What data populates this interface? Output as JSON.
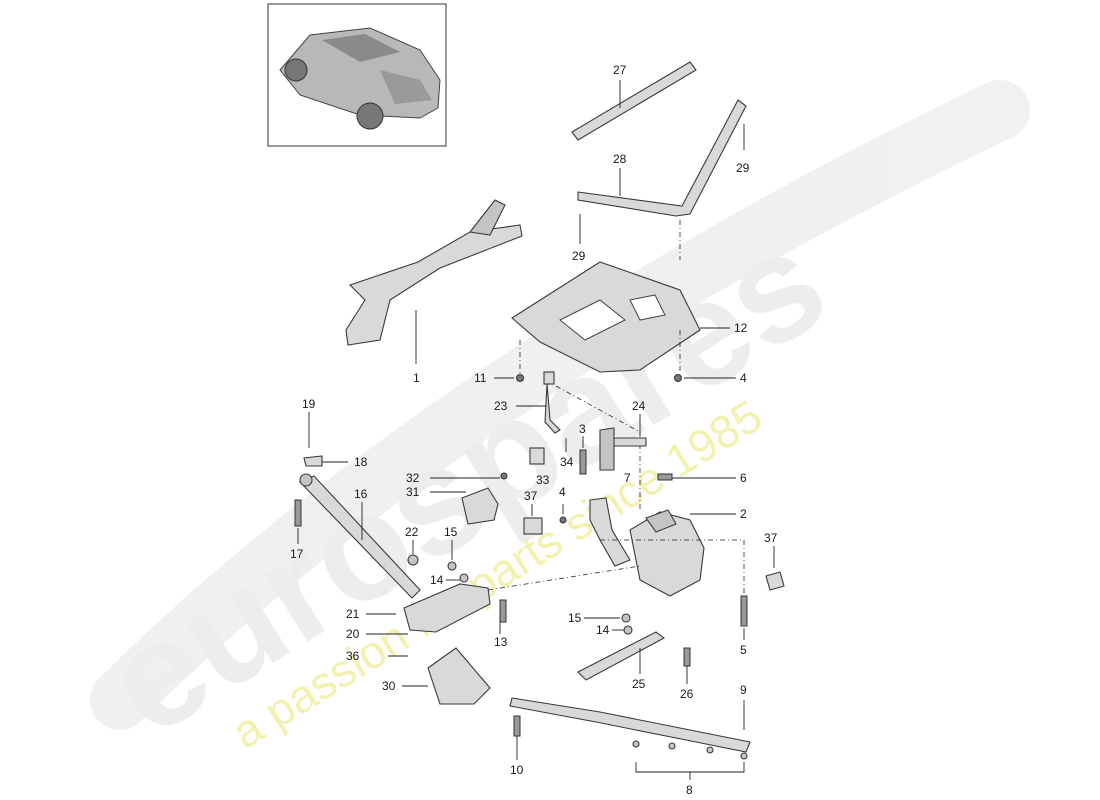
{
  "watermark": {
    "brand": "eurospares",
    "tagline": "a passion for parts since 1985"
  },
  "callouts": {
    "c1": "1",
    "c2": "2",
    "c3": "3",
    "c4a": "4",
    "c4b": "4",
    "c5": "5",
    "c6": "6",
    "c7": "7",
    "c8": "8",
    "c9": "9",
    "c10": "10",
    "c11": "11",
    "c12": "12",
    "c13": "13",
    "c14a": "14",
    "c14b": "14",
    "c15a": "15",
    "c15b": "15",
    "c16": "16",
    "c17": "17",
    "c18": "18",
    "c19": "19",
    "c20": "20",
    "c21": "21",
    "c22": "22",
    "c23": "23",
    "c24": "24",
    "c25": "25",
    "c26": "26",
    "c27": "27",
    "c28": "28",
    "c29a": "29",
    "c29b": "29",
    "c30": "30",
    "c31": "31",
    "c32": "32",
    "c33": "33",
    "c34": "34",
    "c36": "36",
    "c37a": "37",
    "c37b": "37"
  },
  "colors": {
    "line": "#222222",
    "part_fill": "#d9d9d9",
    "watermark_gray": "#e6e6e6",
    "watermark_yellow": "#f2f0a8"
  }
}
